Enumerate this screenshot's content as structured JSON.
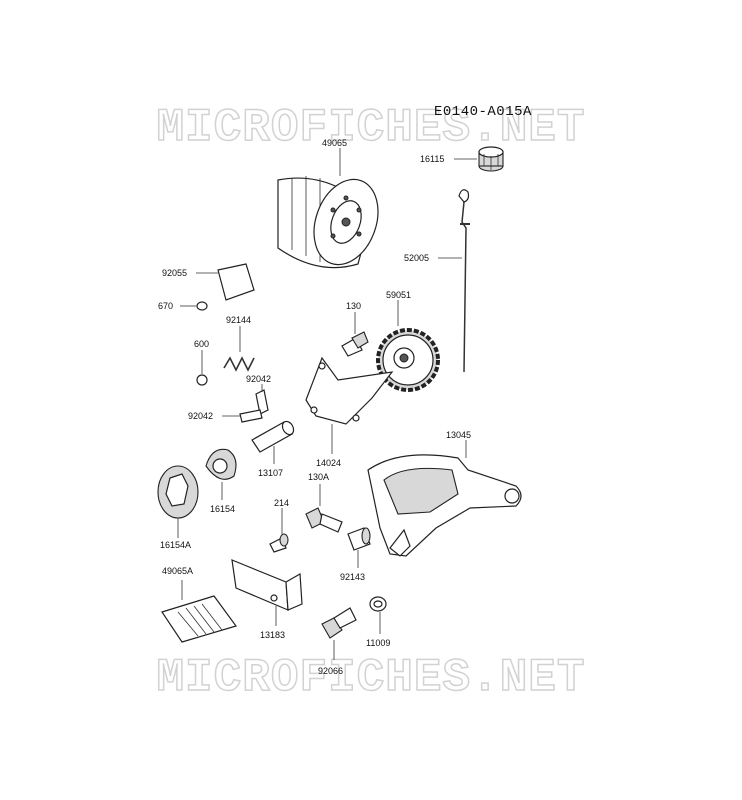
{
  "diagram_code": "E0140-A015A",
  "watermark_text": "MICROFICHES.NET",
  "parts": {
    "p49065": "49065",
    "p16115": "16115",
    "p52005": "52005",
    "p92055": "92055",
    "p670": "670",
    "p92144": "92144",
    "p600": "600",
    "p130": "130",
    "p59051": "59051",
    "p92042a": "92042",
    "p92042b": "92042",
    "p13107": "13107",
    "p14024": "14024",
    "p13045": "13045",
    "p130A": "130A",
    "p16154": "16154",
    "p16154A": "16154A",
    "p214": "214",
    "p92143": "92143",
    "p49065A": "49065A",
    "p13183": "13183",
    "p11009": "11009",
    "p92066": "92066"
  }
}
